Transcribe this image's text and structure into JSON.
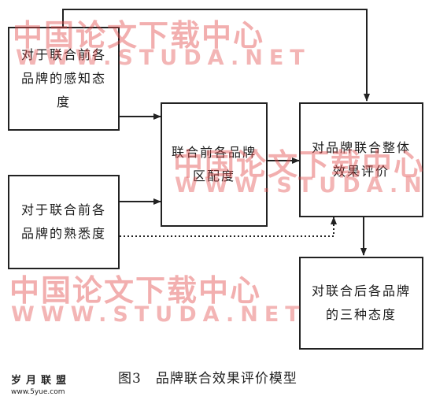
{
  "boxes": {
    "perception": "对于联合前各品牌的感知态度",
    "familiarity": "对于联合前各品牌的熟悉度",
    "fit": "联合前各品牌区配度",
    "overall_eval": "对品牌联合整体效果评价",
    "post_attitude": "对联合后各品牌的三种态度"
  },
  "caption": "图3　品牌联合效果评价模型",
  "watermarks": {
    "cn": "中国论文下载中心",
    "en": "WWW.STUDA.NET"
  },
  "logo": {
    "name": "岁月联盟",
    "url": "www.5yue.com"
  },
  "colors": {
    "watermark": "#e24e4e",
    "line": "#222222"
  }
}
